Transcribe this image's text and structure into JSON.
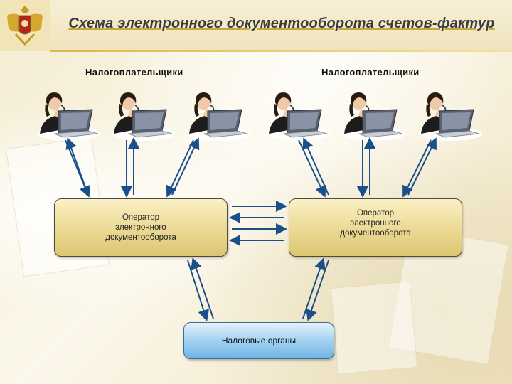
{
  "title": "Схема электронного документооборота счетов-фактур",
  "groups": {
    "left_label": "Налогоплательщики",
    "right_label": "Налогоплательщики"
  },
  "operators": {
    "left": {
      "line1": "Оператор",
      "line2": "электронного",
      "line3": "документооборота"
    },
    "right": {
      "line1": "Оператор",
      "line2": "электронного",
      "line3": "документооборота"
    }
  },
  "tax_authority": {
    "label": "Налоговые органы"
  },
  "icons": {
    "emblem": "coat-of-arms-icon",
    "taxpayer": "woman-with-laptop-icon"
  },
  "colors": {
    "operator_fill": "#e9d68f",
    "tax_fill": "#8cc6ee",
    "arrow": "#1a4f8a",
    "title_accent": "#c9a63a"
  }
}
